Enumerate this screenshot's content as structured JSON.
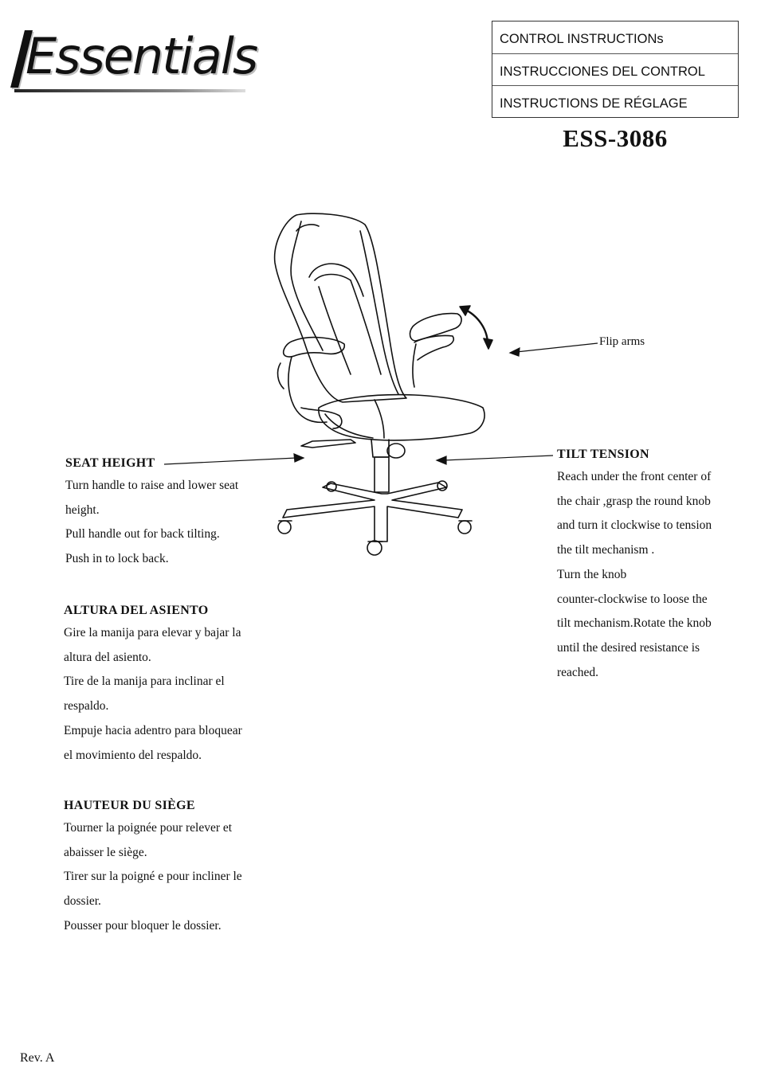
{
  "logo": {
    "text": "Essentials"
  },
  "header": {
    "titles": [
      "CONTROL INSTRUCTIONs",
      "INSTRUCCIONES DEL CONTROL",
      "INSTRUCTIONS DE RÉGLAGE"
    ],
    "model": "ESS-3086"
  },
  "callouts": {
    "flip_arms": "Flip arms"
  },
  "seat_height_en": {
    "heading": "SEAT HEIGHT",
    "lines": [
      "Turn handle to raise and lower seat",
      "height.",
      "Pull handle out for back tilting.",
      "Push in to lock back."
    ]
  },
  "seat_height_es": {
    "heading": "ALTURA DEL ASIENTO",
    "lines": [
      "Gire la manija para elevar y bajar la",
      "altura del asiento.",
      "Tire de la manija para inclinar el",
      "respaldo.",
      "Empuje hacia adentro para bloquear",
      "el movimiento del respaldo."
    ]
  },
  "seat_height_fr": {
    "heading": "HAUTEUR DU SIÈGE",
    "lines": [
      "Tourner la poignée pour relever et",
      "abaisser le siège.",
      "Tirer sur la poigné e pour incliner le",
      "dossier.",
      "Pousser pour bloquer le dossier."
    ]
  },
  "tilt_tension": {
    "heading": "TILT TENSION",
    "lines": [
      "Reach under the front center of",
      "the chair ,grasp the round knob",
      "and turn it clockwise to tension",
      "the tilt mechanism .",
      "Turn the knob",
      "counter-clockwise to loose the",
      "tilt mechanism.Rotate the knob",
      "until the desired resistance is",
      "reached."
    ]
  },
  "footer": {
    "revision": "Rev. A"
  }
}
